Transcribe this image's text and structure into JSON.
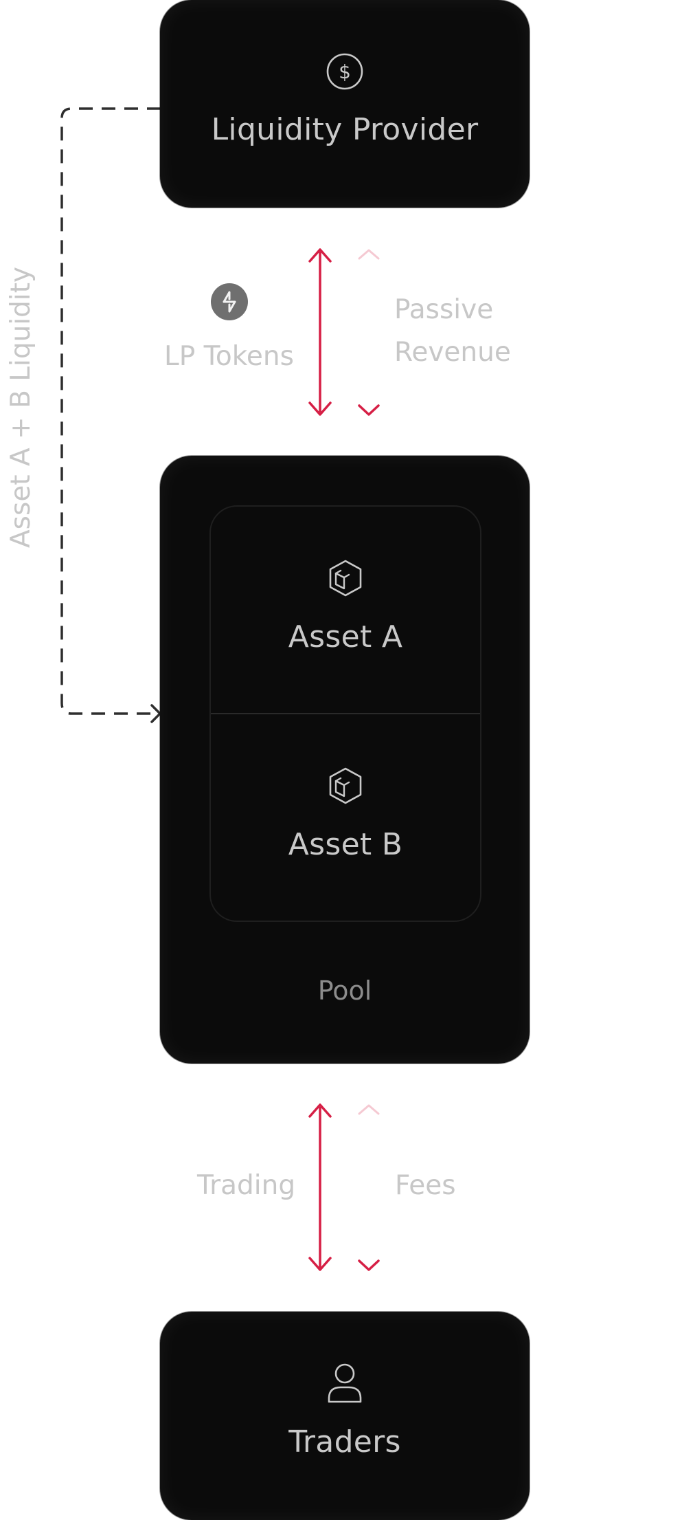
{
  "diagram": {
    "liquidity_provider": {
      "label": "Liquidity Provider",
      "icon": "dollar-circle-icon"
    },
    "connector_top": {
      "left_label": "LP Tokens",
      "left_icon": "lp-token-icon",
      "right_label_line1": "Passive",
      "right_label_line2": "Revenue"
    },
    "pool": {
      "label": "Pool",
      "assets": [
        {
          "label": "Asset A",
          "icon": "cube-icon"
        },
        {
          "label": "Asset B",
          "icon": "cube-icon"
        }
      ]
    },
    "side_flow": {
      "label": "Asset A + B Liquidity"
    },
    "connector_bottom": {
      "left_label": "Trading",
      "right_label": "Fees"
    },
    "traders": {
      "label": "Traders",
      "icon": "person-icon"
    },
    "colors": {
      "card_bg": "#0b0b0b",
      "arrow_red": "#d61f45",
      "label_gray": "#c7c7c7",
      "dashed_line": "#2e2e2e"
    }
  }
}
